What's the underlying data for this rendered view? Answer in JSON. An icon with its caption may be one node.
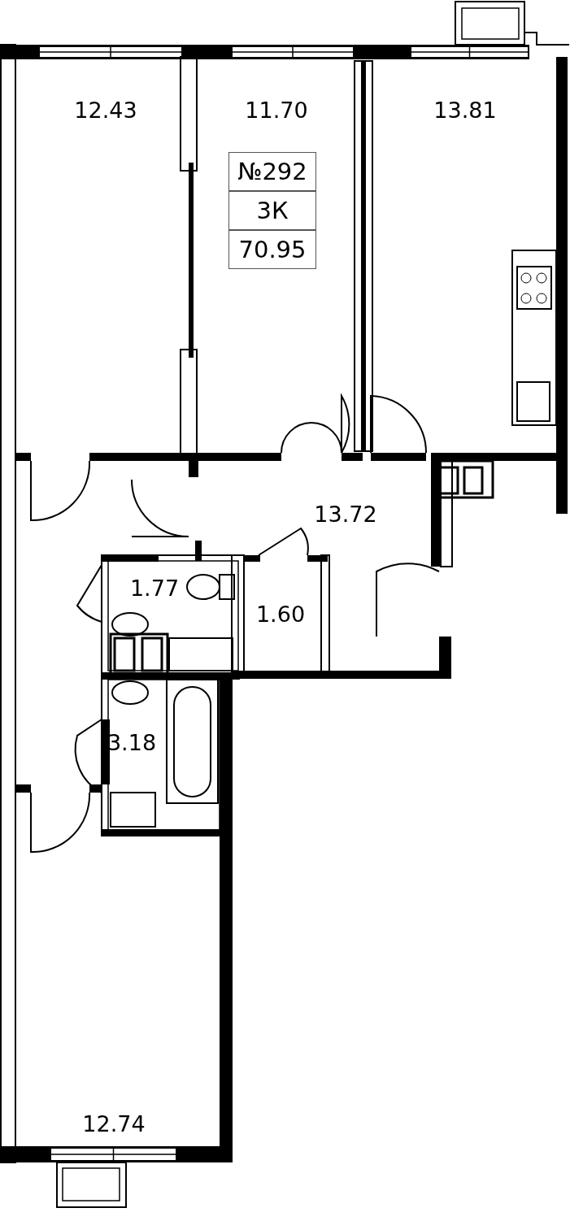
{
  "diagram": {
    "labels": [
      "12.43",
      "11.70",
      "13.81",
      "№292",
      "3К",
      "70.95",
      "13.72",
      "1.77",
      "1.60",
      "3.18",
      "12.74"
    ]
  }
}
